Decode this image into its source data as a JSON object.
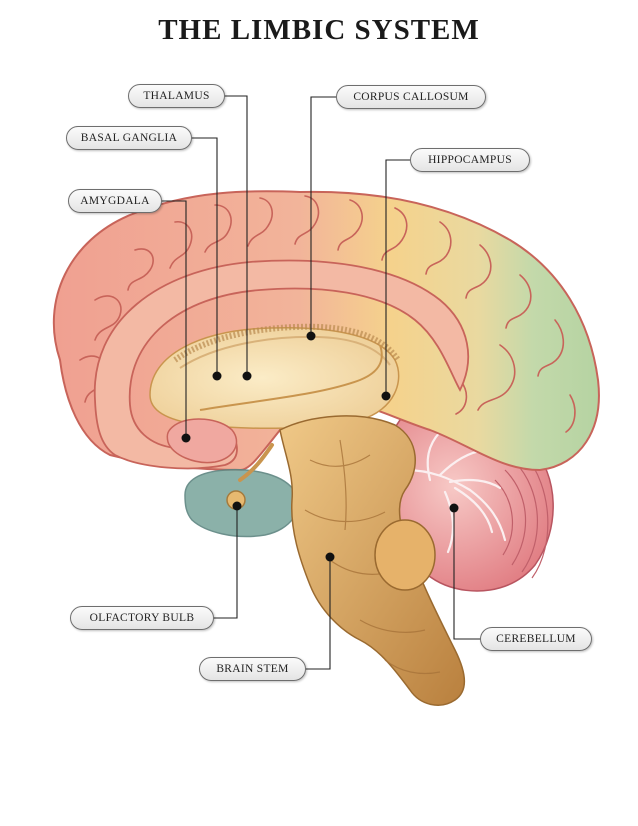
{
  "title": "THE LIMBIC SYSTEM",
  "labels": {
    "thalamus": "THALAMUS",
    "corpus_callosum": "CORPUS CALLOSUM",
    "basal_ganglia": "BASAL GANGLIA",
    "hippocampus": "HIPPOCAMPUS",
    "amygdala": "AMYGDALA",
    "olfactory_bulb": "OLFACTORY BULB",
    "cerebellum": "CEREBELLUM",
    "brain_stem": "BRAIN STEM"
  },
  "colors": {
    "cortex": "#efa898",
    "cortex_outline": "#c8645a",
    "frontal_yellow": "#f4d08a",
    "occipital_green": "#bfd8a8",
    "limbic_band": "#f2c0a8",
    "thalamus_core": "#f5e2b8",
    "brainstem": "#d9a45c",
    "cerebellum": "#e8848a",
    "olfactory_teal": "#7fa9a0",
    "leader_line": "#222222"
  }
}
